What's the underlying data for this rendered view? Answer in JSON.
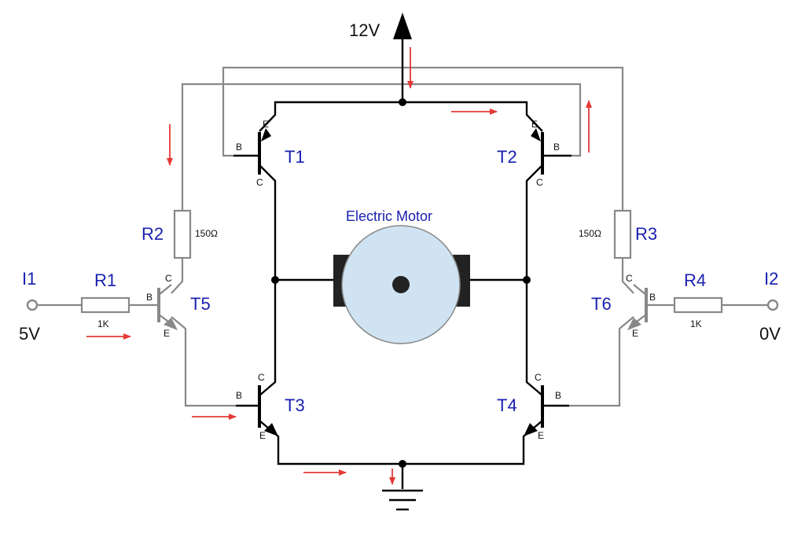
{
  "supply": {
    "label": "12V"
  },
  "motor": {
    "label": "Electric Motor"
  },
  "inputs": {
    "i1": {
      "name": "I1",
      "voltage": "5V"
    },
    "i2": {
      "name": "I2",
      "voltage": "0V"
    }
  },
  "transistors": {
    "t1": {
      "name": "T1",
      "pins": {
        "b": "B",
        "c": "C",
        "e": "E"
      }
    },
    "t2": {
      "name": "T2",
      "pins": {
        "b": "B",
        "c": "C",
        "e": "E"
      }
    },
    "t3": {
      "name": "T3",
      "pins": {
        "b": "B",
        "c": "C",
        "e": "E"
      }
    },
    "t4": {
      "name": "T4",
      "pins": {
        "b": "B",
        "c": "C",
        "e": "E"
      }
    },
    "t5": {
      "name": "T5",
      "pins": {
        "b": "B",
        "c": "C",
        "e": "E"
      }
    },
    "t6": {
      "name": "T6",
      "pins": {
        "b": "B",
        "c": "C",
        "e": "E"
      }
    }
  },
  "resistors": {
    "r1": {
      "name": "R1",
      "value": "1K"
    },
    "r2": {
      "name": "R2",
      "value": "150Ω"
    },
    "r3": {
      "name": "R3",
      "value": "150Ω"
    },
    "r4": {
      "name": "R4",
      "value": "1K"
    }
  },
  "colors": {
    "wire_main": "#000000",
    "wire_control": "#888888",
    "current_arrow": "#e53935",
    "label_blue": "#1a20b0",
    "motor_body": "#cfe3f2",
    "motor_brush": "#222222"
  }
}
